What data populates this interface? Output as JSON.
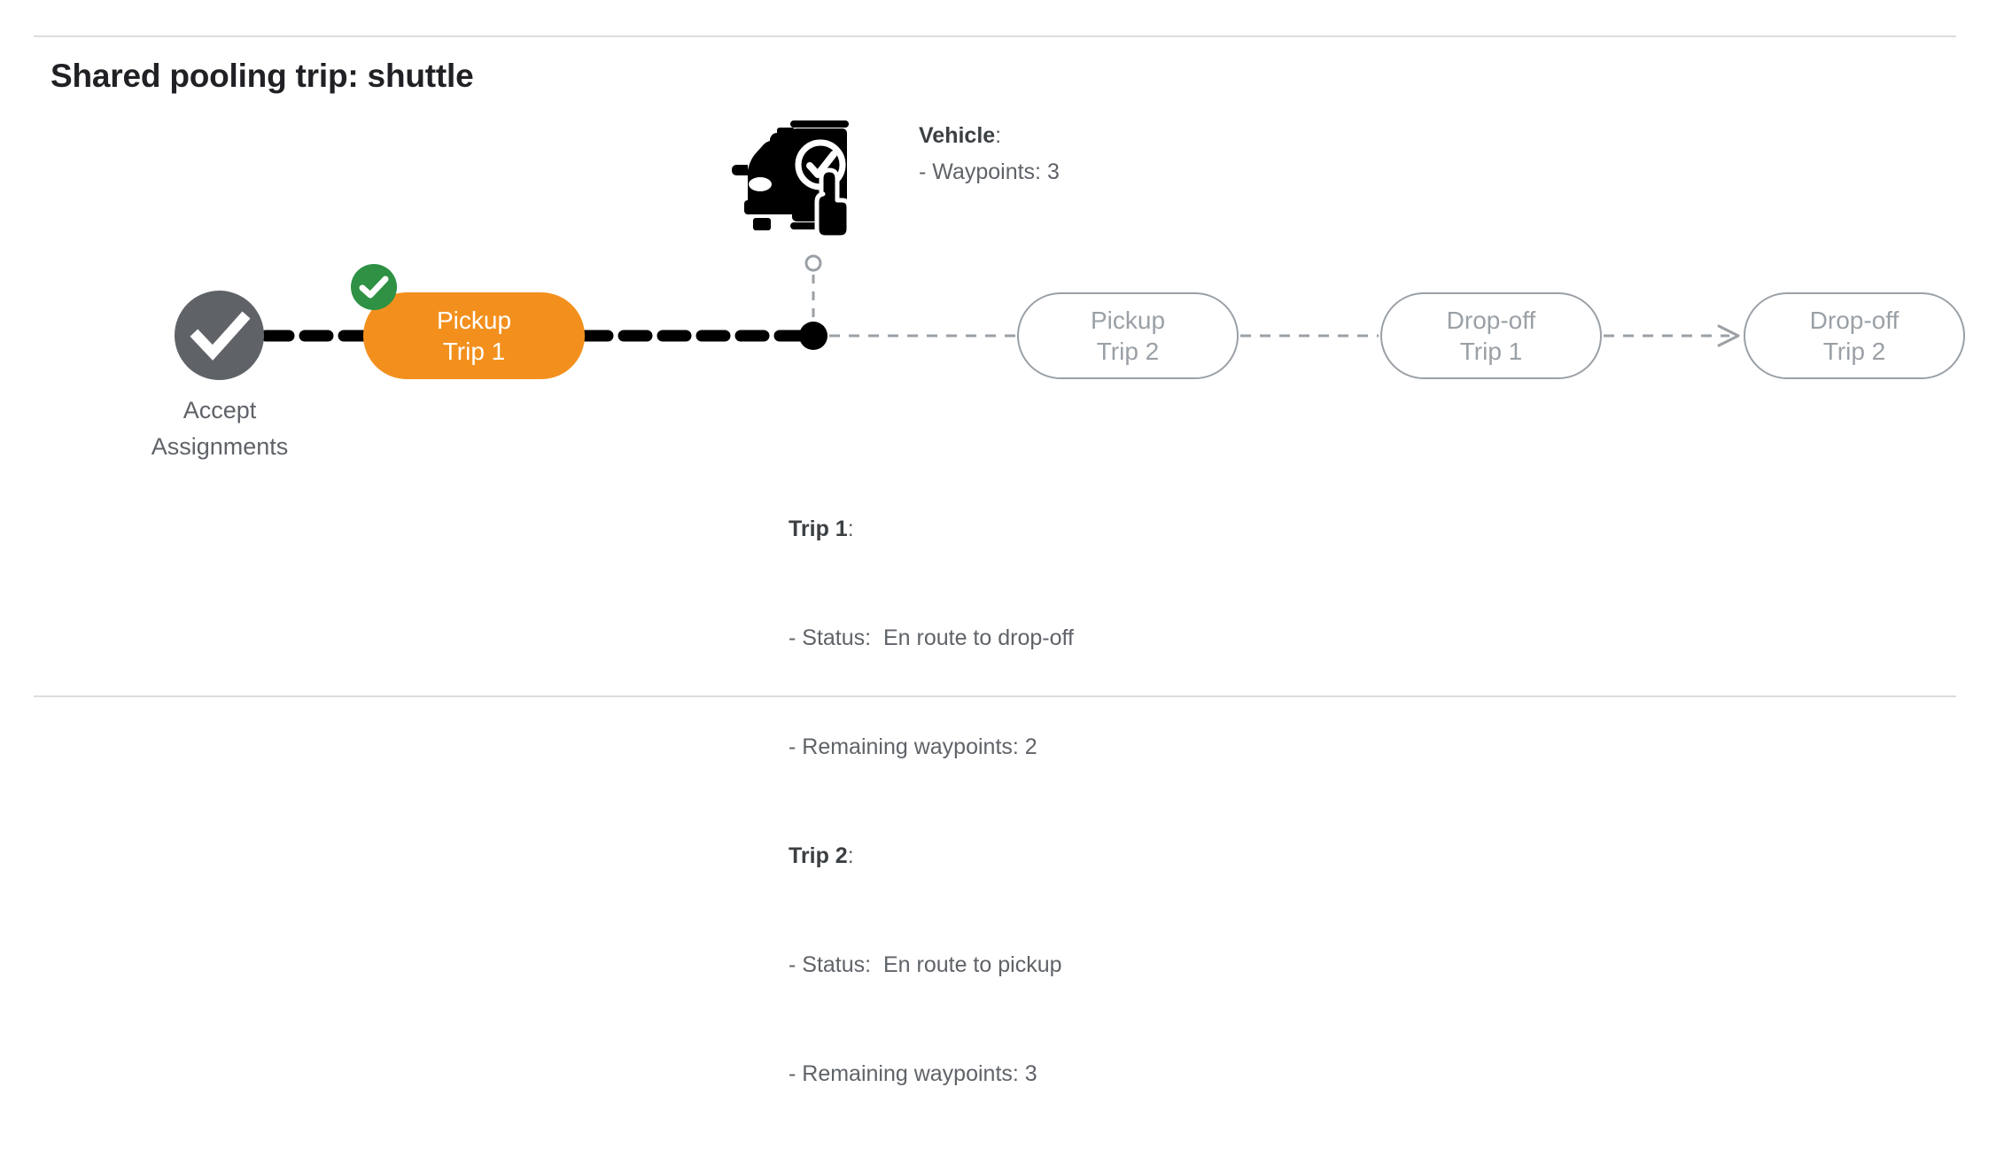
{
  "page": {
    "title": "Shared pooling trip: shuttle",
    "background": "#ffffff",
    "rule_color": "#dadce0"
  },
  "colors": {
    "active_pill": "#f3901d",
    "completed_node": "#5f6368",
    "badge_green": "#2e9144",
    "inactive_outline": "#9aa0a6",
    "inactive_text": "#9aa0a6",
    "body_text": "#5f6368",
    "heading_text": "#202124"
  },
  "flow": {
    "start_node": {
      "icon": "check-circle-icon",
      "label_line1": "Accept",
      "label_line2": "Assignments",
      "state": "completed"
    },
    "steps": [
      {
        "id": "pickup-trip-1",
        "line1": "Pickup",
        "line2": "Trip 1",
        "state": "active",
        "badge": "check-badge-icon"
      },
      {
        "id": "pickup-trip-2",
        "line1": "Pickup",
        "line2": "Trip 2",
        "state": "upcoming",
        "badge": null
      },
      {
        "id": "dropoff-trip-1",
        "line1": "Drop-off",
        "line2": "Trip 1",
        "state": "upcoming",
        "badge": null
      },
      {
        "id": "dropoff-trip-2",
        "line1": "Drop-off",
        "line2": "Trip 2",
        "state": "upcoming",
        "badge": null
      }
    ]
  },
  "vehicle": {
    "icon": "car-phone-check-icon",
    "marker": "vehicle-position-marker",
    "heading": "Vehicle",
    "heading_suffix": ":",
    "waypoints_line": "- Waypoints: 3"
  },
  "trip_details": [
    {
      "heading": "Trip 1",
      "heading_suffix": ":",
      "status_line": "- Status:  En route to drop-off",
      "waypoints_line": "- Remaining waypoints: 2"
    },
    {
      "heading": "Trip 2",
      "heading_suffix": ":",
      "status_line": "- Status:  En route to pickup",
      "waypoints_line": "- Remaining waypoints: 3"
    }
  ]
}
